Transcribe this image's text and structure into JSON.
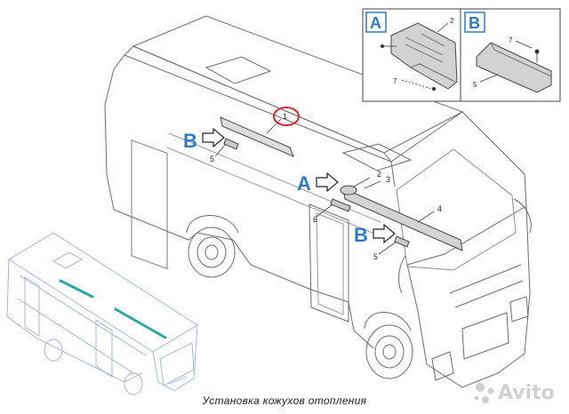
{
  "labels": {
    "A": "A",
    "B": "B",
    "n1": "1",
    "n2": "2",
    "n3": "3",
    "n4": "4",
    "n5": "5",
    "n6": "6",
    "n7": "7"
  },
  "caption": "Установка кожухов отопления",
  "watermark": "Avito",
  "colors": {
    "callout_blue": "#2f79c8",
    "highlight_red": "#d8242a",
    "cover_teal": "#2aa7a5",
    "line_gray": "#555555",
    "light_line": "#9ab0d8"
  }
}
